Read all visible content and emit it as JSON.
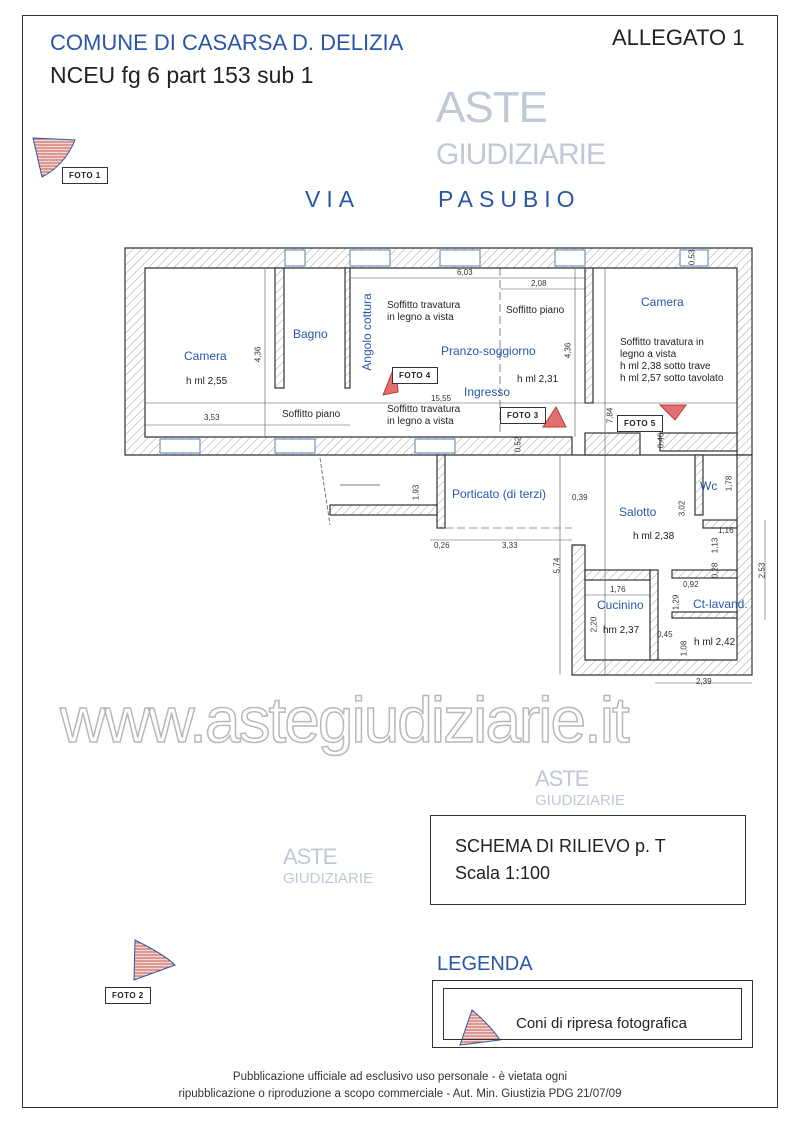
{
  "header": {
    "title": "COMUNE DI CASARSA D. DELIZIA",
    "subtitle": "NCEU fg 6 part 153 sub 1",
    "attachment": "ALLEGATO 1"
  },
  "street": {
    "word1": "VIA",
    "word2": "PASUBIO"
  },
  "photos": {
    "foto1": "FOTO 1",
    "foto2": "FOTO 2",
    "foto3": "FOTO 3",
    "foto4": "FOTO 4",
    "foto5": "FOTO 5"
  },
  "watermark": {
    "line1": "ASTE",
    "line2": "GIUDIZIARIE",
    "site": "www.astegiudiziarie.it"
  },
  "rooms": {
    "camera_left": {
      "name": "Camera",
      "height": "h ml 2,55"
    },
    "bagno": {
      "name": "Bagno"
    },
    "angolo_cottura": {
      "name": "Angolo cottura"
    },
    "pranzo": {
      "name": "Pranzo-soggiorno",
      "height": "h ml 2,31"
    },
    "ingresso": {
      "name": "Ingresso"
    },
    "camera_right": {
      "name": "Camera",
      "note1": "Soffitto travatura in",
      "note2": "legno a vista",
      "note3": "h ml 2,38 sotto trave",
      "note4": "h ml 2,57 sotto tavolato"
    },
    "porticato": {
      "name": "Porticato (di terzi)"
    },
    "salotto": {
      "name": "Salotto",
      "height": "h ml 2,38"
    },
    "wc": {
      "name": "Wc"
    },
    "cucinino": {
      "name": "Cucinino",
      "height": "hm 2,37"
    },
    "ct_lavand": {
      "name": "Ct-lavand.",
      "height": "h ml 2,42"
    }
  },
  "notes": {
    "soffitto_trav_1": "Soffitto travatura",
    "in_legno_1": "in legno a vista",
    "soffitto_piano_1": "Soffitto piano",
    "soffitto_piano_2": "Soffitto piano",
    "soffitto_trav_2": "Soffitto travatura",
    "in_legno_2": "in legno a vista"
  },
  "dimensions": {
    "d603": "6,03",
    "d208": "2,08",
    "d436a": "4,36",
    "d436b": "4,36",
    "d1555": "15,55",
    "d353": "3,53",
    "d053": "0,53",
    "d784": "7,84",
    "d052": "0,52",
    "d046": "0,46",
    "d193": "1,93",
    "d039": "0,39",
    "d178": "1,78",
    "d302": "3,02",
    "d116": "1,16",
    "d113": "1,13",
    "d028": "0,28",
    "d253": "2,53",
    "d026": "0,26",
    "d333": "3,33",
    "d574": "5,74",
    "d176": "1,76",
    "d092": "0,92",
    "d129": "1,29",
    "d220": "2,20",
    "d045": "0,45",
    "d108": "1,08",
    "d239": "2,39"
  },
  "schema": {
    "title": "SCHEMA DI RILIEVO p. T",
    "scale": "Scala 1:100"
  },
  "legend": {
    "title": "LEGENDA",
    "item": "Coni di ripresa fotografica"
  },
  "footer": {
    "line1": "Pubblicazione ufficiale ad esclusivo uso personale - è vietata ogni",
    "line2": "ripubblicazione o riproduzione a scopo commerciale - Aut. Min. Giustizia PDG 21/07/09"
  },
  "colors": {
    "accent": "#2a56a8",
    "cone": "#d9534f"
  }
}
